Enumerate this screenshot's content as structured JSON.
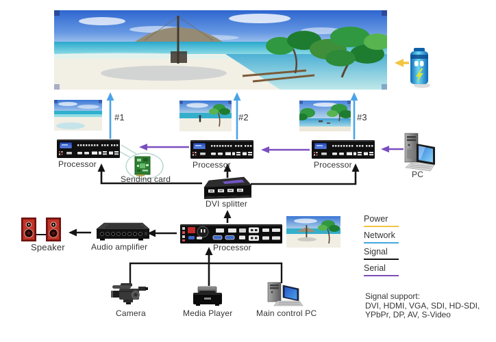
{
  "screens": {
    "s1": "#1",
    "s2": "#2",
    "s3": "#3"
  },
  "devices": {
    "processor1": "Processor",
    "processor2": "Processor",
    "processor3": "Processor",
    "main_processor": "Processor",
    "sending_card": "Sending card",
    "dvi_splitter": "DVI splitter",
    "pc": "PC",
    "speaker": "Speaker",
    "audio_amplifier": "Audio amplifier",
    "camera": "Camera",
    "media_player": "Media Player",
    "main_control_pc": "Main control PC"
  },
  "legend": {
    "items": [
      {
        "label": "Power",
        "color": "#F2C441"
      },
      {
        "label": "Network",
        "color": "#41A8E1"
      },
      {
        "label": "Signal",
        "color": "#141414"
      },
      {
        "label": "Serial",
        "color": "#7A4EB8"
      }
    ],
    "support_heading": "Signal support:",
    "support_lines": [
      "DVI, HDMI, VGA, SDI, HD-SDI,",
      "YPbPr, DP, AV, S-Video"
    ]
  },
  "colors": {
    "power_arrow": "#F2C441",
    "network_arrow": "#4AA3E8",
    "signal_arrow": "#141414",
    "serial_arrow": "#7A4EC0",
    "battery_blue": "#1E8FD4"
  }
}
